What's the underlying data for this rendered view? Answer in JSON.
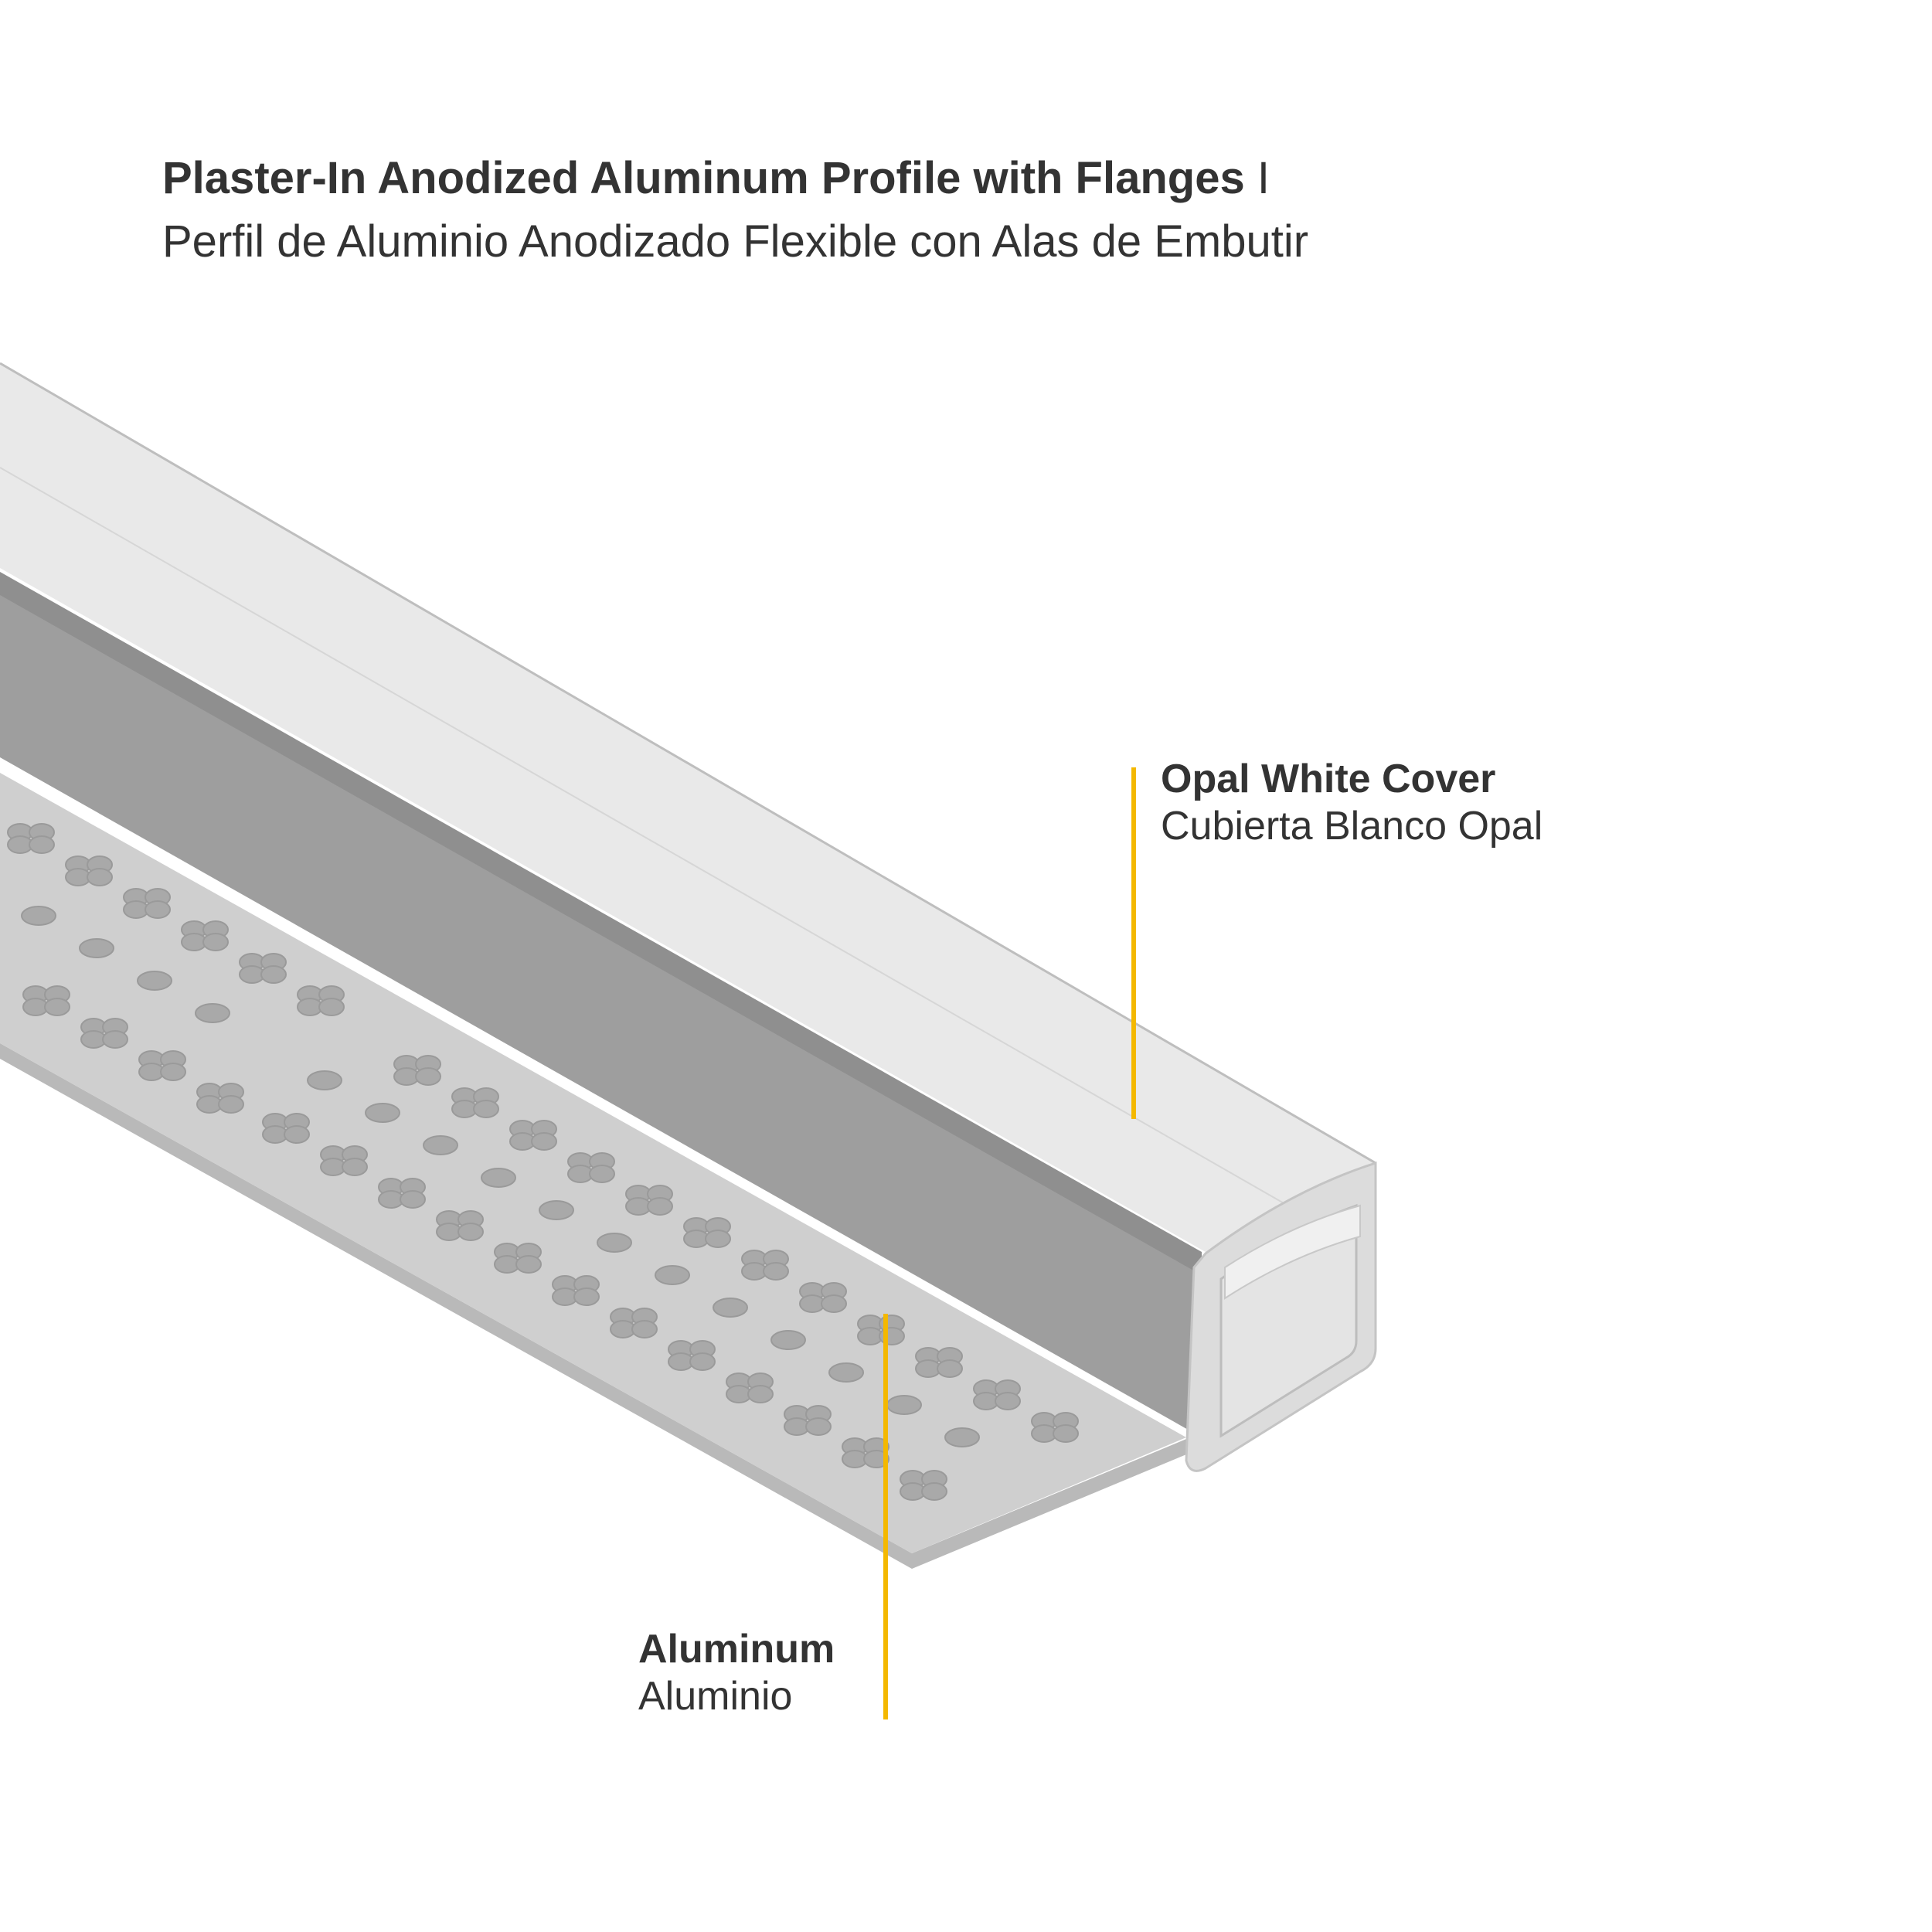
{
  "title": {
    "main": "Plaster-In Anodized Aluminum Profile with Flanges",
    "separator": "I",
    "sub": "Perfil de Aluminio Anodizado Flexible con Alas de Embutir"
  },
  "callouts": {
    "cover": {
      "en": "Opal White Cover",
      "es": "Cubierta Blanco Opal"
    },
    "aluminum": {
      "en": "Aluminum",
      "es": "Aluminio"
    }
  },
  "colors": {
    "leader": "#F4B800",
    "text": "#333333",
    "cover_top": "#E9E9E9",
    "profile_wall": "#9E9E9E",
    "flange": "#CFCFCF",
    "end_face": "#DCDCDC",
    "hole": "#A9A9A9"
  }
}
